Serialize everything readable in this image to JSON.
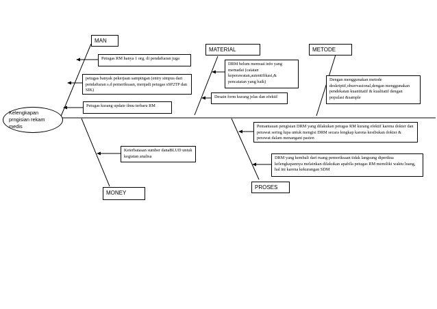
{
  "effect": "Kelengkapan prngisian rekam medis",
  "categories": {
    "man": "MAN",
    "material": "MATERIAL",
    "metode": "METODE",
    "money": "MONEY",
    "proses": "PROSES"
  },
  "causes": {
    "man": [
      "Petugas RM hanya 1 org, di pendaftaran juga",
      "petugas banyak pekerjaan sampingan (entry simpus dari pendaftaran s.d pemeriksaan, menjadi petugas sSP2TP dan SIK)",
      "Petugas kurang update ilmu terbaru RM"
    ],
    "material": [
      "DRM belum memuat info yang memadai (catatan keperawatan,autentifikasi,& pencatatan yang baik)",
      "Desain form kurang jelas  dan efektif"
    ],
    "metode": [
      "Dengan menggunakan metode deskriptif,observasional,dengan menggunakan pendekatan kuantitatif & kualitatif dengan populasi &sample"
    ],
    "money": [
      "Keterbatasan sumber danaBLUD untuk kegiatan analisa"
    ],
    "proses": [
      "Pemantauan pengisian DRM yang dilakukan petugas RM kurang efektif karena dokter dan perawat sering lupa untuk mengisi DRM secara lengkap karena kesibukan dokter & perawat dalam menangani pasien",
      "DRM yang kembali dari ruang pemeriksaan tidak langsung diperiksa kelengkapannya melainkan dilakukan apabila petugas RM memiliki waktu luang, hal ini karena kekurangan SDM"
    ]
  }
}
